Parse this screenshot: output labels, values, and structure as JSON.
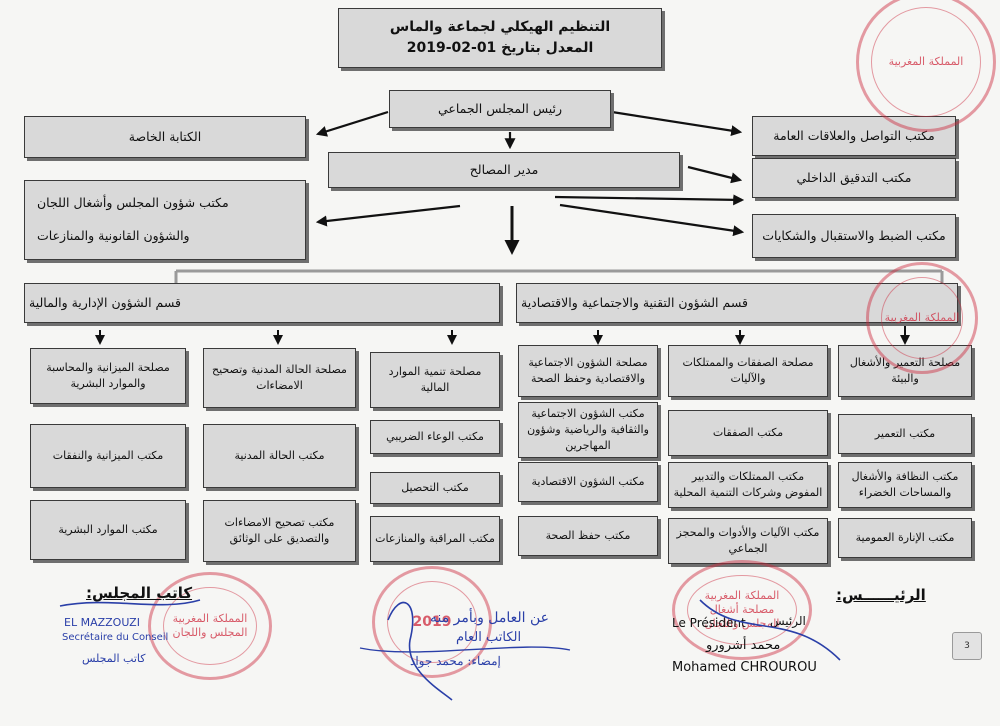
{
  "title": {
    "line1": "التنظيم الهيكلي لجماعة والماس",
    "line2": "المعدل بتاريخ 01-02-2019"
  },
  "president": "رئيس المجلس الجماعي",
  "private_secretariat": "الكتابة الخاصة",
  "communication_office": "مكتب التواصل والعلاقات العامة",
  "services_director": "مدير المصالح",
  "internal_audit": "مكتب التدقيق الداخلي",
  "control_office": "مكتب الضبط والاستقبال والشكايات",
  "council_office": {
    "line1": "مكتب شؤون المجلس وأشغال اللجان",
    "line2": "والشؤون القانونية والمنازعات"
  },
  "dept_admin": "قسم الشؤون الإدارية والمالية",
  "dept_tech": "قسم الشؤون التقنية والاجتماعية والاقتصادية",
  "services": [
    {
      "key": "urban",
      "title": "مصلحة التعمير والأشغال والبيئة",
      "offices": [
        "مكتب التعمير",
        "مكتب النظافة والأشغال والمساحات الخضراء",
        "مكتب الإنارة العمومية"
      ]
    },
    {
      "key": "deals",
      "title": "مصلحة الصفقات والممتلكات والآليات",
      "offices": [
        "مكتب الصفقات",
        "مكتب الممتلكات والتدبير المفوض وشركات التنمية المحلية",
        "مكتب الآليات والأدوات والمحجز الجماعي"
      ]
    },
    {
      "key": "social",
      "title": "مصلحة الشؤون الاجتماعية والاقتصادية وحفظ الصحة",
      "offices": [
        "مكتب الشؤون الاجتماعية والثقافية والرياضية وشؤون المهاجرين",
        "مكتب الشؤون الاقتصادية",
        "مكتب حفظ الصحة"
      ]
    },
    {
      "key": "finance",
      "title": "مصلحة تنمية الموارد المالية",
      "offices": [
        "مكتب الوعاء الضريبي",
        "مكتب التحصيل",
        "مكتب المراقبة والمنازعات"
      ]
    },
    {
      "key": "civil",
      "title": "مصلحة الحالة المدنية وتصحيح الامضاءات",
      "offices": [
        "مكتب الحالة المدنية",
        "مكتب تصحيح الامضاءات والتصديق على الوثائق"
      ]
    },
    {
      "key": "budget",
      "title": "مصلحة الميزانية والمحاسبة والموارد البشرية",
      "offices": [
        "مكتب الميزانية والنفقات",
        "مكتب الموارد البشرية"
      ]
    }
  ],
  "signatures": {
    "secretary_label": "كاتب المجلس:",
    "president_label": "الرئيــــــس:",
    "president_title_ar": "الرئيس",
    "president_title_fr": "Le Président",
    "president_name_ar": "محمد أشرورو",
    "president_name_fr": "Mohamed CHROUROU",
    "secretary_name_fr": "EL MAZZOUZI",
    "secretary_role_fr": "Secrétaire du Conseil",
    "secretary_title_ar": "كاتب المجلس",
    "delegate_line1": "عن العامل وبأمر منه",
    "delegate_line2": "الكاتب العام",
    "signature_label": "إمضاء: محمد جواد"
  },
  "stamps": {
    "kingdom": "المملكة المغربية",
    "year": "2019",
    "urban_works": "مصلحة أشغال",
    "council": "المجلس واللجان"
  },
  "page_number": "3",
  "colors": {
    "box_fill": "#d9d9d9",
    "stamp_red": "#cd283c",
    "ink_blue": "#2a3fa8"
  }
}
